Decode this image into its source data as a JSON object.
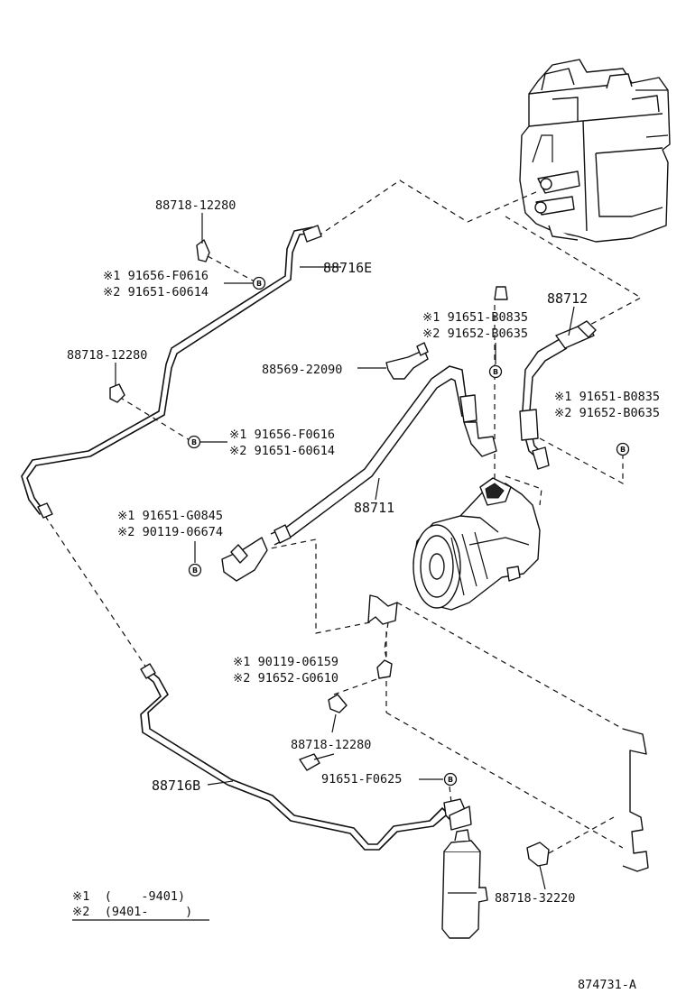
{
  "diagram_id": "874731-A",
  "legend": {
    "row1": "※1  (    -9401)",
    "row2": "※2  (9401-     )"
  },
  "bolt_marker": "B",
  "parts": {
    "evap_pipe_clamp": "88718-12280",
    "pipe_e_nut": {
      "alt1": "※1 91656-F0616",
      "alt2": "※2 91651-60614"
    },
    "pipe_e": "88716E",
    "left_clamp": "88718-12280",
    "left_nut": {
      "alt1": "※1 91656-F0616",
      "alt2": "※2 91651-60614"
    },
    "hose_clamp": "88569-22090",
    "suction_bolt": {
      "alt1": "※1 91651-B0835",
      "alt2": "※2 91652-B0635"
    },
    "discharge_hose": "88712",
    "discharge_bolt": {
      "alt1": "※1 91651-B0835",
      "alt2": "※2 91652-B0635"
    },
    "suction_hose": "88711",
    "lower_hose_bolt": {
      "alt1": "※1  91651-G0845",
      "alt2": "※2  90119-06674"
    },
    "condenser_bolt": {
      "alt1": "※1 90119-06159",
      "alt2": "※2 91652-G0610"
    },
    "condenser_clamp": "88718-12280",
    "receiver_bolt": "91651-F0625",
    "pipe_b": "88716B",
    "bottom_clamp": "88718-32220"
  }
}
